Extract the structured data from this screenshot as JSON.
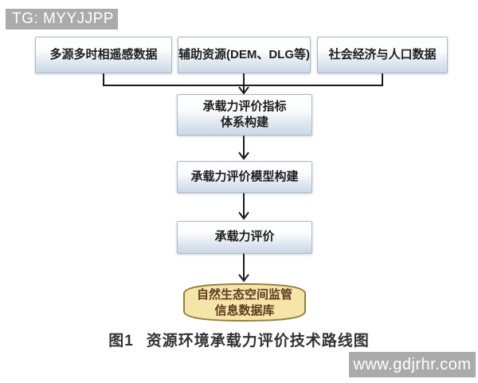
{
  "watermarks": {
    "top_left": "TG: MYYJJPP",
    "bottom_right": "www.gdjrhr.com"
  },
  "figure": {
    "caption_label": "图1",
    "caption_title": "资源环境承载力评价技术路线图"
  },
  "flowchart": {
    "sources": [
      {
        "label": "多源多时相遥感数据"
      },
      {
        "label": "辅助资源(DEM、DLG等)"
      },
      {
        "label": "社会经济与人口数据"
      }
    ],
    "steps": [
      {
        "line1": "承载力评价指标",
        "line2": "体系构建"
      },
      {
        "line1": "承载力评价模型构建"
      },
      {
        "line1": "承载力评价"
      }
    ],
    "database": {
      "line1": "自然生态空间监管",
      "line2": "信息数据库"
    },
    "colors": {
      "process_fill_top": "#ffffff",
      "process_fill_bottom": "#cbd8e6",
      "process_border": "#aab9c9",
      "database_fill": "#f5e5a9",
      "database_border": "#93803f",
      "database_text": "#5e3b1e",
      "connector": "#1a1a1a",
      "watermark_bg": "#ababab",
      "caption_text": "#333333"
    }
  }
}
